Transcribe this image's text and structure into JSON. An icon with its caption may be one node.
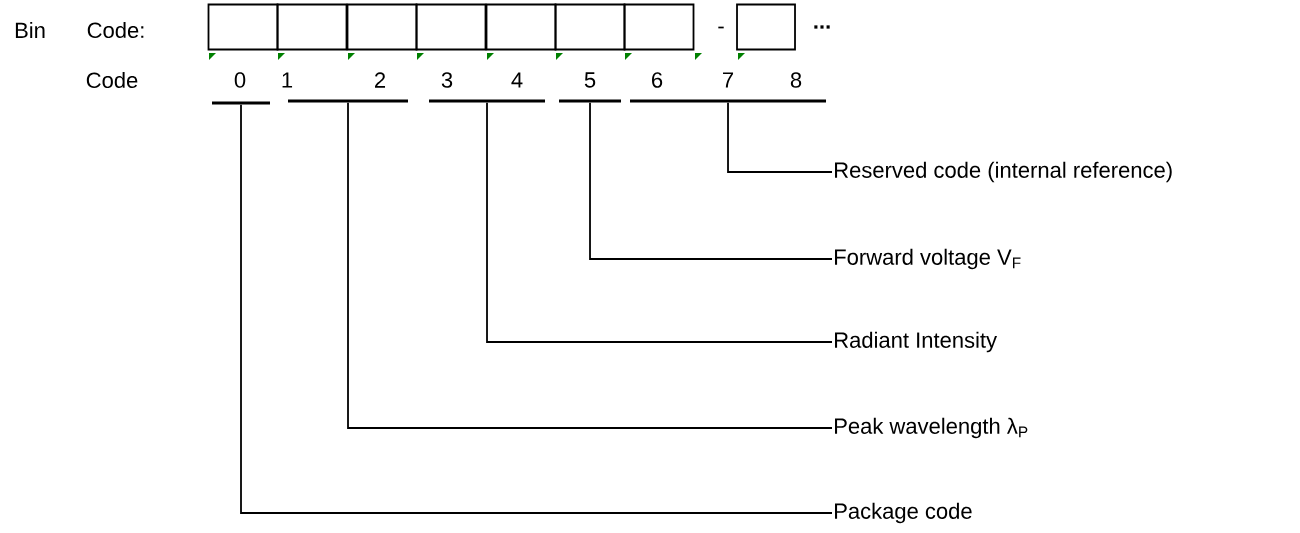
{
  "diagram": {
    "nodes": [
      {
        "text": [],
        "shape": "box"
      },
      {
        "text": [],
        "shape": "box"
      },
      {
        "text": [],
        "shape": "box"
      },
      {
        "text": [],
        "shape": "box"
      },
      {
        "text": [],
        "shape": "box"
      },
      {
        "text": [],
        "shape": "box"
      },
      {
        "text": [],
        "shape": "box"
      },
      {
        "text": [],
        "shape": "box"
      },
      {
        "text": [],
        "shape": "bar"
      },
      {
        "text": [],
        "shape": "bar"
      },
      {
        "text": [],
        "shape": "bar"
      },
      {
        "text": [],
        "shape": "bar"
      },
      {
        "text": [],
        "shape": "bar"
      },
      {
        "text": [
          "Reserved code (internal reference)"
        ]
      },
      {
        "text": [
          "Forward voltage V$_{F}$"
        ]
      },
      {
        "text": [
          "Radiant Intensity"
        ]
      },
      {
        "text": [
          "Peak wavelength λ$_{P}$"
        ]
      },
      {
        "text": [
          "Package code"
        ]
      }
    ],
    "edges": [
      {
        "from": 13,
        "to": 12,
        "arrow": "none"
      },
      {
        "from": 14,
        "to": 11,
        "arrow": "none"
      },
      {
        "from": 15,
        "to": 10,
        "arrow": "none"
      },
      {
        "from": 16,
        "to": 9,
        "arrow": "none"
      },
      {
        "from": 17,
        "to": 8,
        "arrow": "none"
      }
    ],
    "labels": [
      "Bin",
      "Code:",
      "-",
      "...",
      "Code",
      "0",
      "1",
      "2",
      "3",
      "4",
      "5",
      "6",
      "7",
      "8"
    ]
  }
}
